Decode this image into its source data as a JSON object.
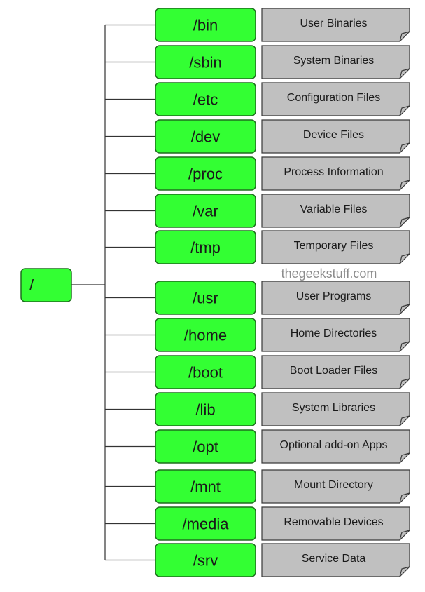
{
  "root": {
    "label": "/"
  },
  "watermark": "thegeekstuff.com",
  "colors": {
    "dir_fill": "#33ff33",
    "dir_stroke": "#1e6e1e",
    "desc_fill": "#c0c0c0",
    "desc_stroke": "#3a3a3a",
    "line": "#333333"
  },
  "directories": [
    {
      "name": "/bin",
      "description": "User Binaries"
    },
    {
      "name": "/sbin",
      "description": "System Binaries"
    },
    {
      "name": "/etc",
      "description": "Configuration Files"
    },
    {
      "name": "/dev",
      "description": "Device Files"
    },
    {
      "name": "/proc",
      "description": "Process Information"
    },
    {
      "name": "/var",
      "description": "Variable Files"
    },
    {
      "name": "/tmp",
      "description": "Temporary Files"
    },
    {
      "name": "/usr",
      "description": "User Programs"
    },
    {
      "name": "/home",
      "description": "Home Directories"
    },
    {
      "name": "/boot",
      "description": "Boot Loader Files"
    },
    {
      "name": "/lib",
      "description": "System Libraries"
    },
    {
      "name": "/opt",
      "description": "Optional add-on Apps"
    },
    {
      "name": "/mnt",
      "description": "Mount Directory"
    },
    {
      "name": "/media",
      "description": "Removable Devices"
    },
    {
      "name": "/srv",
      "description": "Service Data"
    }
  ]
}
